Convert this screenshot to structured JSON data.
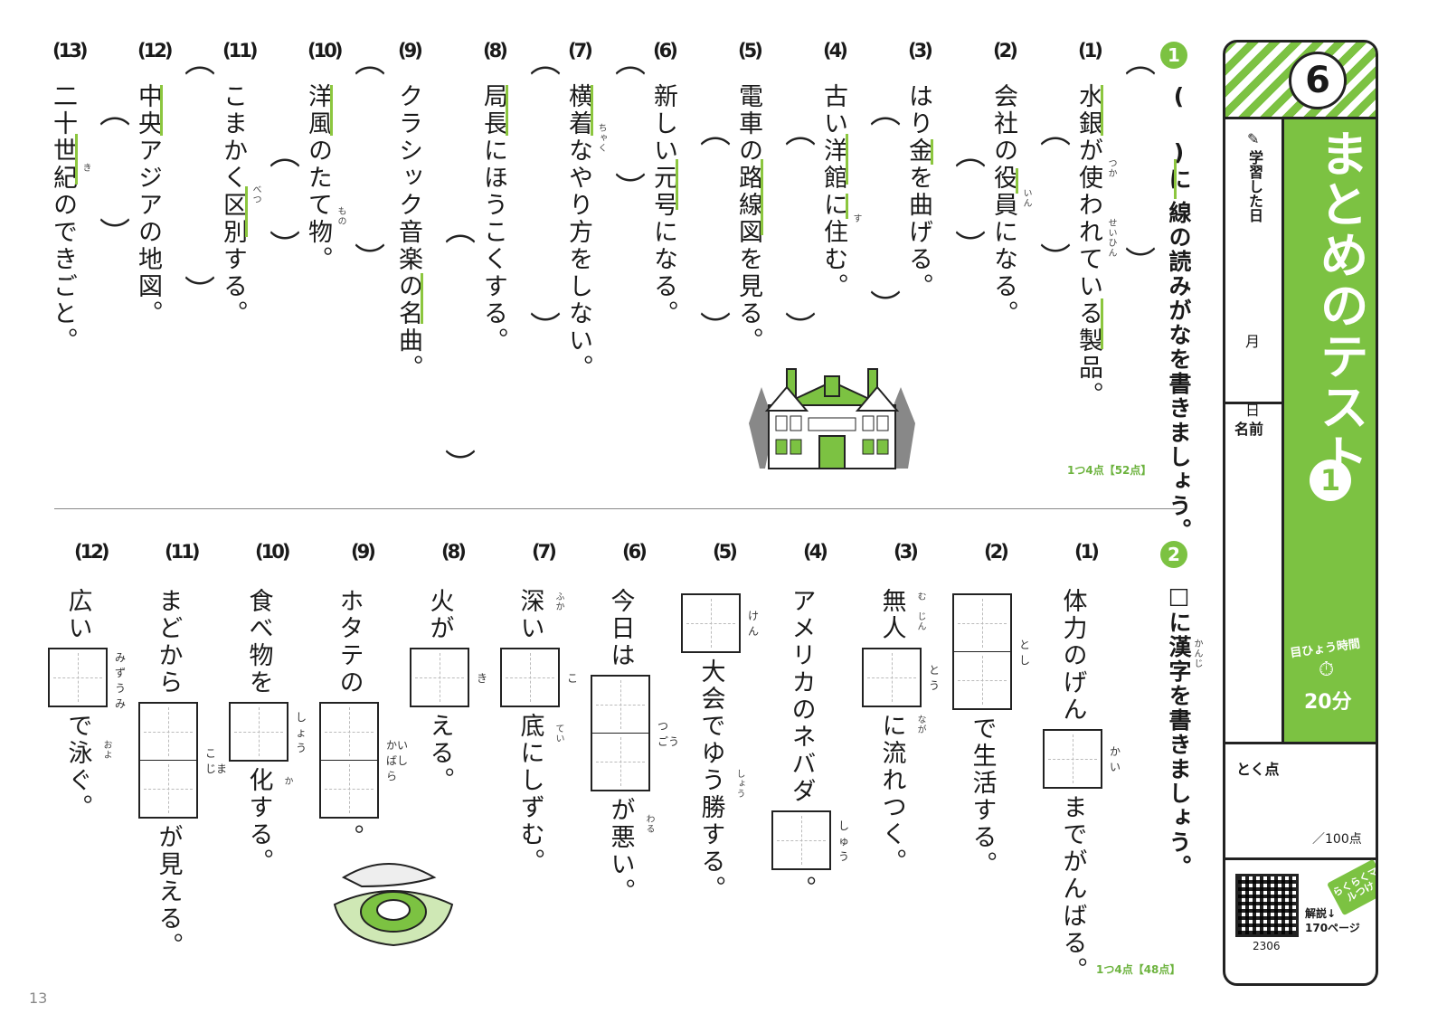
{
  "header": {
    "unit_number": "6",
    "title": "まとめのテスト",
    "test_number": "1",
    "study_date_label": "学習した日",
    "month_label": "月",
    "day_label": "日",
    "name_label": "名前",
    "target_time_label": "目ひょう時間",
    "target_time": "20分",
    "score_label": "とく点",
    "score_total": "／100点",
    "maru_label": "らくらくマルつけ",
    "answer_ref_label": "解説↓",
    "answer_ref_page": "170ページ",
    "code": "2306"
  },
  "page_number": "13",
  "section1": {
    "badge": "1",
    "instruction_part1": "(  )に",
    "instruction_part2": "線の読みがなを書きましょう。",
    "points": "1つ4点【52点】",
    "items": [
      {
        "num": "(1)",
        "text": "水銀が使われている製品。",
        "ruby": "つか　　　　せいひん"
      },
      {
        "num": "(2)",
        "text": "会社の役員になる。",
        "ruby": "いん"
      },
      {
        "num": "(3)",
        "text": "はり金を曲げる。",
        "ruby": ""
      },
      {
        "num": "(4)",
        "text": "古い洋館に住む。",
        "ruby": "す"
      },
      {
        "num": "(5)",
        "text": "電車の路線図を見る。",
        "ruby": ""
      },
      {
        "num": "(6)",
        "text": "新しい元号になる。",
        "ruby": ""
      },
      {
        "num": "(7)",
        "text": "横着なやり方をしない。",
        "ruby": "ちゃく"
      },
      {
        "num": "(8)",
        "text": "局長にほうこくする。",
        "ruby": ""
      },
      {
        "num": "(9)",
        "text": "クラシック音楽の名曲。",
        "ruby": ""
      },
      {
        "num": "(10)",
        "text": "洋風のたて物。",
        "ruby": "もの"
      },
      {
        "num": "(11)",
        "text": "こまかく区別する。",
        "ruby": "べつ"
      },
      {
        "num": "(12)",
        "text": "中央アジアの地図。",
        "ruby": ""
      },
      {
        "num": "(13)",
        "text": "二十世紀のできごと。",
        "ruby": "き"
      }
    ]
  },
  "section2": {
    "badge": "2",
    "instruction": "□に漢字を書きましょう。",
    "instruction_ruby": "かんじ",
    "points": "1つ4点【48点】",
    "items": [
      {
        "num": "(1)",
        "before": "体力のげん",
        "after": "までがんばる。",
        "ruby": "かい"
      },
      {
        "num": "(2)",
        "before": "",
        "after": "で生活する。",
        "ruby": "と　し"
      },
      {
        "num": "(3)",
        "before": "無人",
        "after": "に流れつく。",
        "ruby": "とう",
        "before_ruby": "む　じん",
        "after_ruby": "なが"
      },
      {
        "num": "(4)",
        "before": "アメリカのネバダ",
        "after": "。",
        "ruby": "しゅう"
      },
      {
        "num": "(5)",
        "before": "",
        "after": "大会でゆう勝する。",
        "ruby": "けん",
        "after_ruby": "しょう"
      },
      {
        "num": "(6)",
        "before": "今日は",
        "after": "が悪い。",
        "ruby": "つ　ごう",
        "after_ruby": "わる"
      },
      {
        "num": "(7)",
        "before": "深い",
        "after": "底にしずむ。",
        "ruby": "こ",
        "before_ruby": "ふか",
        "after_ruby": "てい"
      },
      {
        "num": "(8)",
        "before": "火が",
        "after": "える。",
        "ruby": "き"
      },
      {
        "num": "(9)",
        "before": "ホタテの",
        "after": "。",
        "ruby": "かい　ばしら"
      },
      {
        "num": "(10)",
        "before": "食べ物を",
        "after": "化する。",
        "ruby": "しょう",
        "after_ruby": "か"
      },
      {
        "num": "(11)",
        "before": "まどから",
        "after": "が見える。",
        "ruby": "こ　じま"
      },
      {
        "num": "(12)",
        "before": "広い",
        "after": "で泳ぐ。",
        "ruby": "みずうみ",
        "after_ruby": "およ"
      }
    ]
  },
  "colors": {
    "accent": "#7cc242",
    "dark": "#222222"
  }
}
